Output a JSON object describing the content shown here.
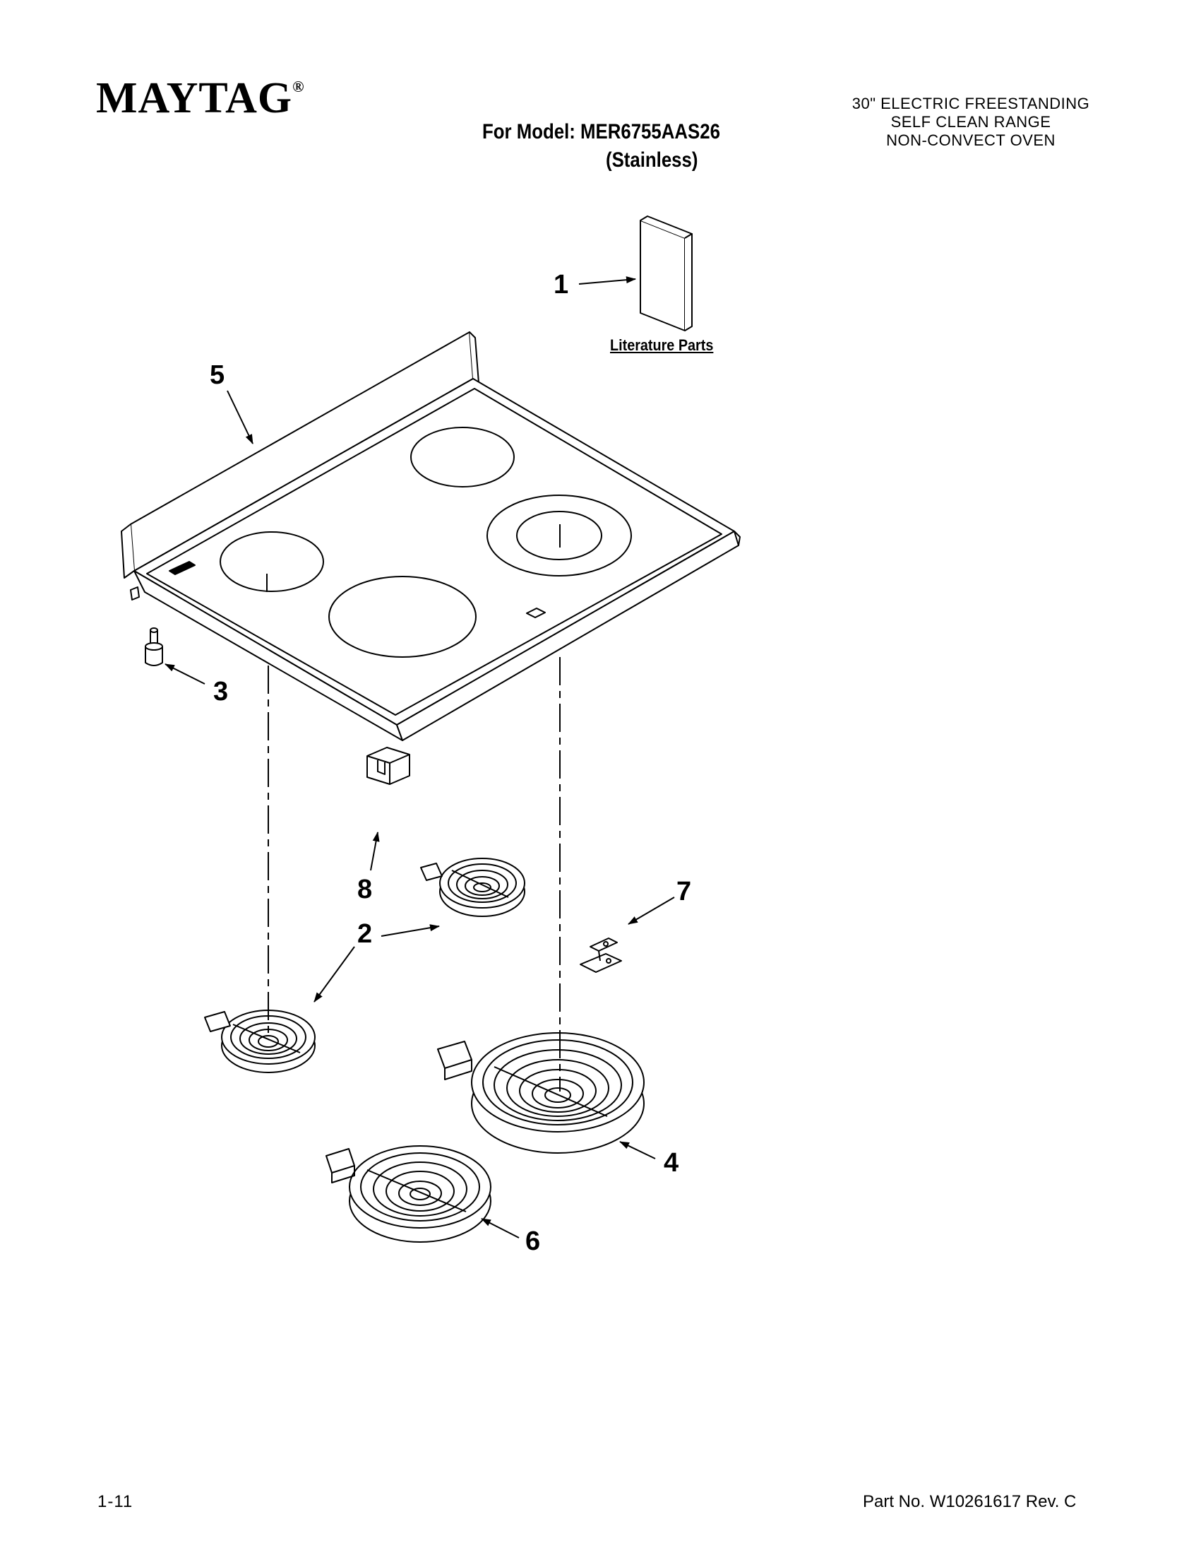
{
  "header": {
    "brand": "MAYTAG",
    "brand_mark": "®",
    "model_line": "For Model: MER6755AAS26",
    "model_finish": "(Stainless)",
    "description": [
      "30\" ELECTRIC FREESTANDING",
      "SELF CLEAN RANGE",
      "NON-CONVECT OVEN"
    ]
  },
  "diagram": {
    "literature_label": "Literature Parts",
    "callouts": [
      {
        "id": "1",
        "label": "1"
      },
      {
        "id": "2",
        "label": "2"
      },
      {
        "id": "3",
        "label": "3"
      },
      {
        "id": "4",
        "label": "4"
      },
      {
        "id": "5",
        "label": "5"
      },
      {
        "id": "6",
        "label": "6"
      },
      {
        "id": "7",
        "label": "7"
      },
      {
        "id": "8",
        "label": "8"
      }
    ]
  },
  "footer": {
    "page": "1-11",
    "part_no": "Part No. W10261617 Rev. C"
  }
}
